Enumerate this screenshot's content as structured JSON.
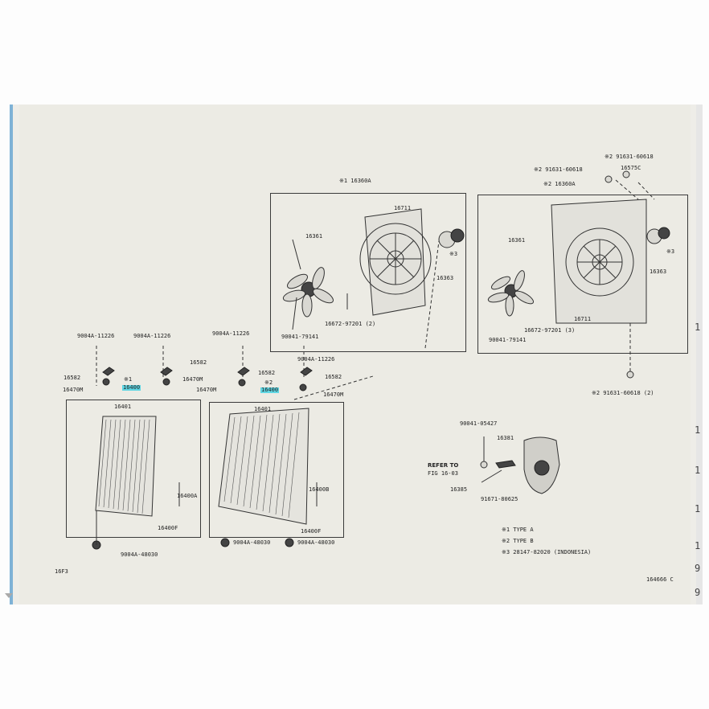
{
  "labels": {
    "fanA_title": "※1 16360A",
    "fanA_shroud": "16711",
    "fanA_blade": "16361",
    "fanA_motor": "16363",
    "fanA_motor_note": "※3",
    "fanA_bolt": "16672-97201 (2)",
    "fanA_nut": "90041-79141",
    "fanB_top_note1": "※2  91631-60618",
    "fanB_top_note2": "※2  91631-60618",
    "fanB_clip": "16575C",
    "fanB_title": "※2 16360A",
    "fanB_blade": "16361",
    "fanB_motor": "16363",
    "fanB_motor_note": "※3",
    "fanB_shroud": "16711",
    "fanB_bolt": "16672-97201 (3)",
    "fanB_nut": "90041-79141",
    "fanB_bottom": "※2  91631-60618 (2)",
    "radA_bolt1": "9004A-11226",
    "radA_bolt2": "9004A-11226",
    "radA_bracket1": "16582",
    "radA_bracket2": "16582",
    "radA_cush1": "16470M",
    "radA_cush2": "16470M",
    "radA_note": "※1",
    "radA_part": "16400",
    "radA_cap": "16401",
    "radA_drain": "16400A",
    "radA_cock": "16400F",
    "radA_bottom_bolt": "9004A-48030",
    "radB_bolt1": "9004A-11226",
    "radB_bolt2": "9004A-11226",
    "radB_bracket1": "16582",
    "radB_bracket2": "16582",
    "radB_cush1": "16470M",
    "radB_cush2": "16470M",
    "radB_note": "※2",
    "radB_part": "16400",
    "radB_cap": "16401",
    "radB_drain": "16400B",
    "radB_cock": "16400F",
    "radB_bottom_bolt1": "9004A-48030",
    "radB_bottom_bolt2": "9004A-48030",
    "res_bolt": "90041-05427",
    "res_tank": "16381",
    "res_refer1": "REFER TO",
    "res_refer2": "FIG  16-03",
    "res_hose": "16385",
    "res_clamp": "91671-80625",
    "legend1": "※1  TYPE A",
    "legend2": "※2  TYPE B",
    "legend3": "※3  28147-82020    (INDONESIA)",
    "page_code": "16F3",
    "fig_code": "164666 C"
  },
  "edge_chars": [
    "1",
    "1",
    "1",
    "1",
    "1",
    "9",
    "9"
  ]
}
